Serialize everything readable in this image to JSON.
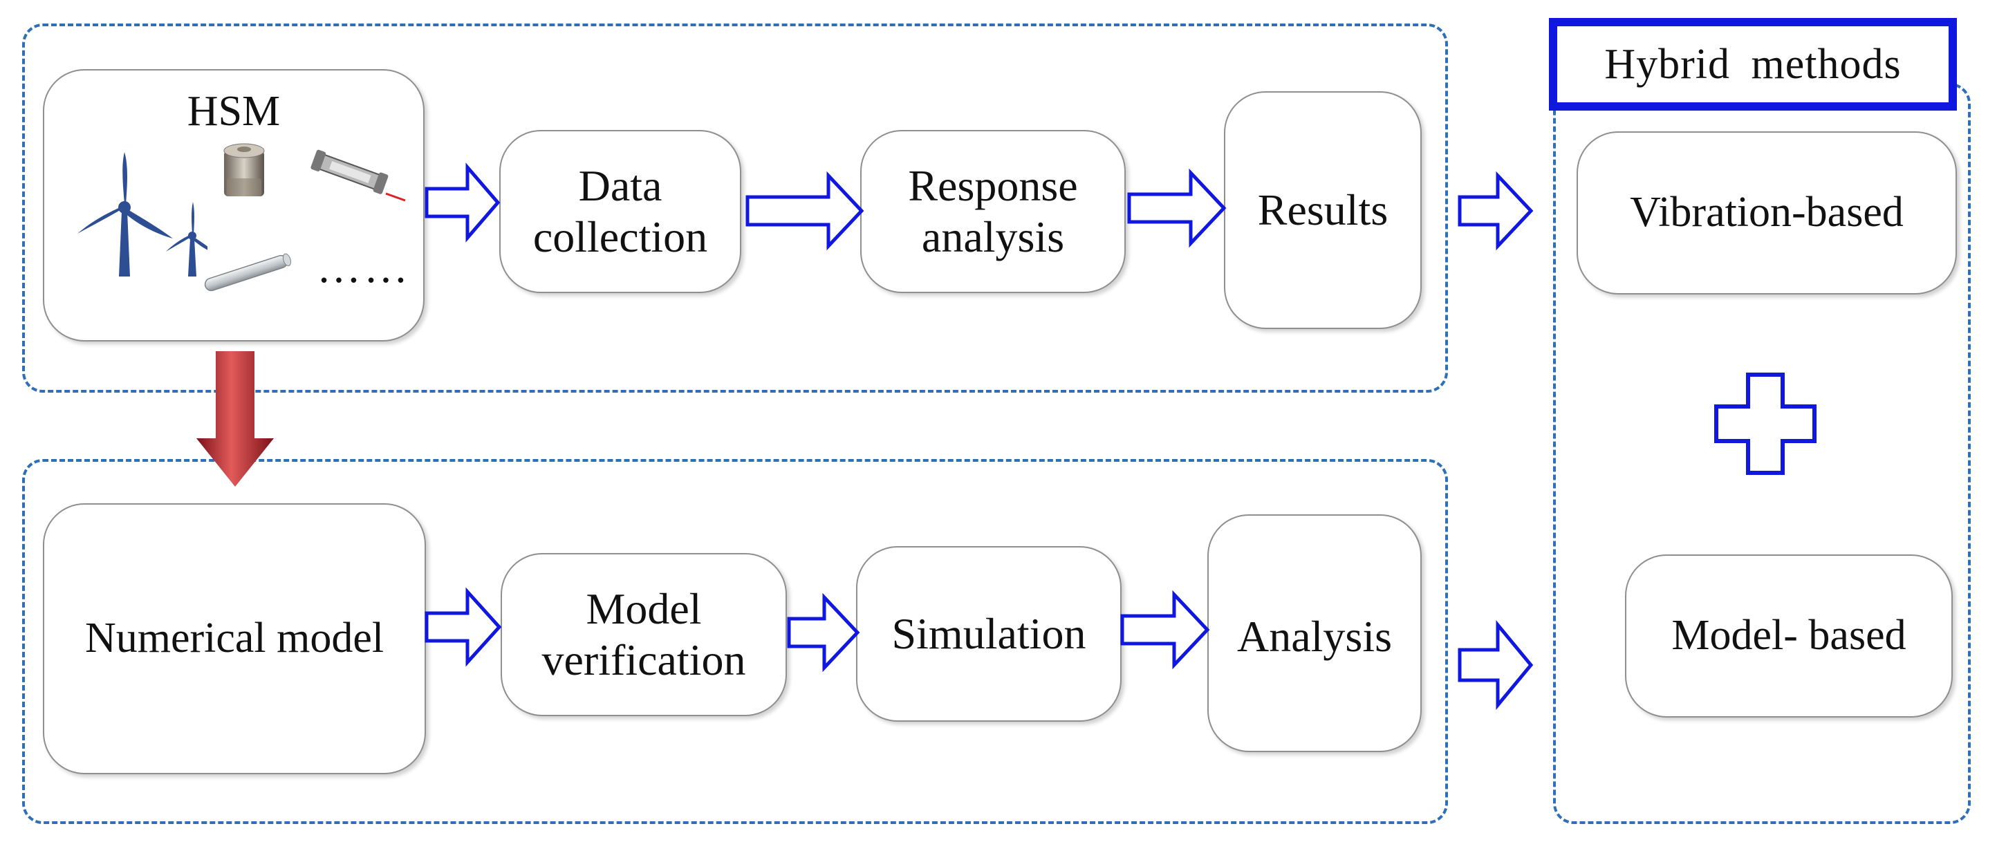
{
  "hsm": {
    "title": "HSM",
    "more": "……"
  },
  "top_flow": {
    "data_collection": [
      "Data",
      "collection"
    ],
    "response_analysis": [
      "Response",
      "analysis"
    ],
    "results": "Results"
  },
  "bottom_flow": {
    "numerical_model": "Numerical model",
    "model_verification": [
      "Model",
      "verification"
    ],
    "simulation": "Simulation",
    "analysis": "Analysis"
  },
  "hybrid": {
    "title": "Hybrid methods",
    "vibration": "Vibration-based",
    "model": "Model- based"
  },
  "colors": {
    "dashed": "#2F6FB6",
    "arrow": "#1018E0",
    "down_arrow": "#A8232B"
  }
}
